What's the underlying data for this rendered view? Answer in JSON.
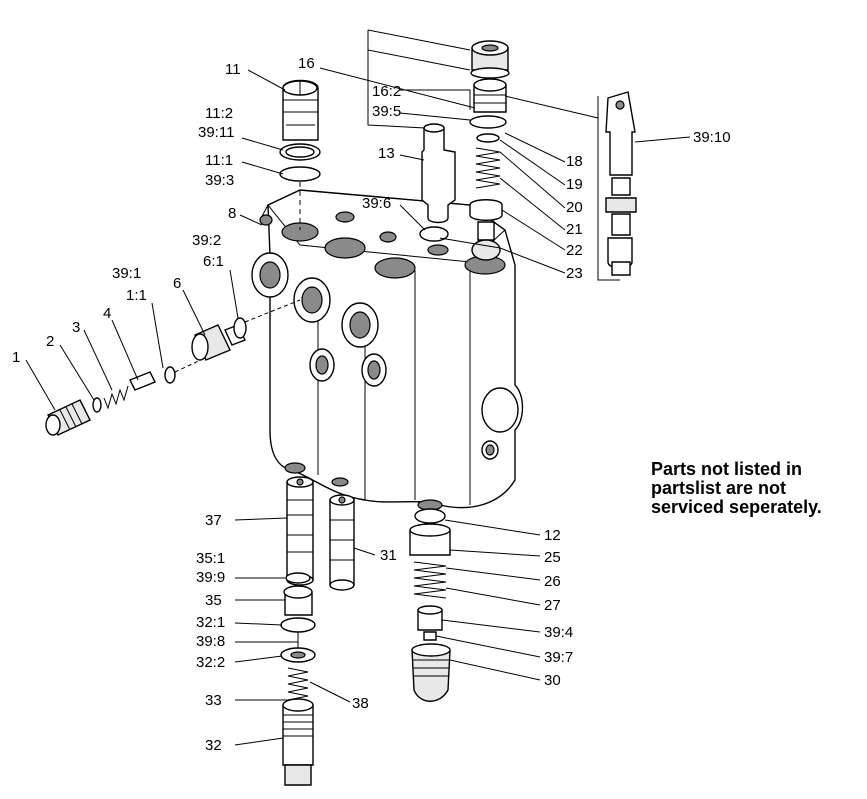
{
  "diagram": {
    "callouts": [
      "1",
      "2",
      "3",
      "4",
      "39:1",
      "1:1",
      "6",
      "39:2",
      "6:1",
      "11",
      "11:2",
      "39:11",
      "11:1",
      "39:3",
      "8",
      "16",
      "16:2",
      "39:5",
      "13",
      "39:6",
      "18",
      "19",
      "20",
      "21",
      "22",
      "23",
      "39:10",
      "37",
      "35:1",
      "39:9",
      "35",
      "32:1",
      "39:8",
      "32:2",
      "33",
      "38",
      "32",
      "31",
      "12",
      "25",
      "26",
      "27",
      "39:4",
      "39:7",
      "30"
    ]
  },
  "note": {
    "lines": [
      "Parts not listed in",
      "partslist are not",
      "serviced seperately."
    ]
  }
}
